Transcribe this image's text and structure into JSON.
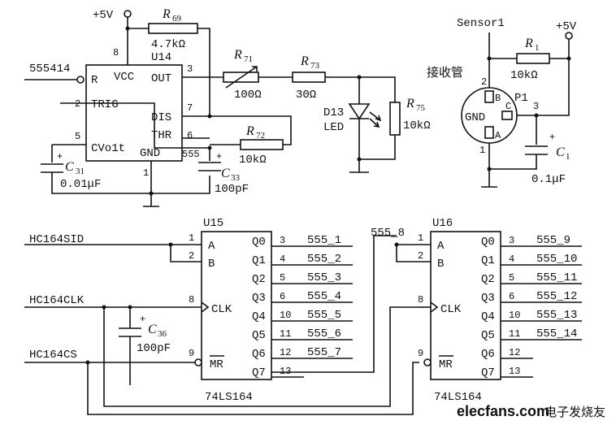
{
  "power": {
    "vcc_top": "+5V",
    "sensor_supply": "+5V"
  },
  "timer": {
    "ref": "U14",
    "pins": {
      "r": "R",
      "vcc": "VCC",
      "out": "OUT",
      "trig": "TRIG",
      "dis": "DIS",
      "thr": "THR",
      "cvolt": "CVo1t",
      "gnd": "GND"
    },
    "pin_numbers": {
      "vcc": "8",
      "out": "3",
      "trig": "2",
      "dis": "7",
      "thr": "6",
      "cvolt": "5",
      "gnd": "1"
    },
    "output_net": "555",
    "reset_net": "555414"
  },
  "resistors": {
    "r69": {
      "ref": "R",
      "sub": "69",
      "value": "4.7kΩ"
    },
    "r71": {
      "ref": "R",
      "sub": "71",
      "value": "100Ω"
    },
    "r73": {
      "ref": "R",
      "sub": "73",
      "value": "30Ω"
    },
    "r72": {
      "ref": "R",
      "sub": "72",
      "value": "10kΩ"
    },
    "r75": {
      "ref": "R",
      "sub": "75",
      "value": "10kΩ"
    },
    "r1": {
      "ref": "R",
      "sub": "1",
      "value": "10kΩ"
    }
  },
  "capacitors": {
    "c31": {
      "ref": "C",
      "sub": "31",
      "value": "0.01μF",
      "polarity": "+"
    },
    "c33": {
      "ref": "C",
      "sub": "33",
      "value": "100pF",
      "polarity": "+"
    },
    "c36": {
      "ref": "C",
      "sub": "36",
      "value": "100pF",
      "polarity": "+"
    },
    "c1": {
      "ref": "C",
      "sub": "1",
      "value": "0.1μF",
      "polarity": "+"
    }
  },
  "led": {
    "ref": "D13",
    "type": "LED"
  },
  "sensor": {
    "net": "Sensor1",
    "label_cn": "接收管",
    "ref": "P1",
    "pins": {
      "b": "B",
      "c": "C",
      "a": "A",
      "gnd": "GND"
    },
    "pin_numbers": {
      "top": "2",
      "right": "3",
      "bottom": "1"
    }
  },
  "u15": {
    "ref": "U15",
    "part": "74LS164",
    "inputs": {
      "sid": "HC164SID",
      "clk": "HC164CLK",
      "cs": "HC164CS"
    },
    "in_pins": {
      "a": "A",
      "b": "B",
      "clk": "CLK",
      "mr": "MR"
    },
    "in_nums": {
      "a": "1",
      "b": "2",
      "clk": "8",
      "mr": "9"
    },
    "outputs": [
      {
        "pin": "Q0",
        "num": "3",
        "net": "555_1"
      },
      {
        "pin": "Q1",
        "num": "4",
        "net": "555_2"
      },
      {
        "pin": "Q2",
        "num": "5",
        "net": "555_3"
      },
      {
        "pin": "Q3",
        "num": "6",
        "net": "555_4"
      },
      {
        "pin": "Q4",
        "num": "10",
        "net": "555_5"
      },
      {
        "pin": "Q5",
        "num": "11",
        "net": "555_6"
      },
      {
        "pin": "Q6",
        "num": "12",
        "net": "555_7"
      },
      {
        "pin": "Q7",
        "num": "13",
        "net": ""
      }
    ]
  },
  "u16": {
    "ref": "U16",
    "part": "74LS164",
    "input_net": "555_8",
    "in_pins": {
      "a": "A",
      "b": "B",
      "clk": "CLK",
      "mr": "MR"
    },
    "in_nums": {
      "a": "1",
      "b": "2",
      "clk": "8",
      "mr": "9"
    },
    "outputs": [
      {
        "pin": "Q0",
        "num": "3",
        "net": "555_9"
      },
      {
        "pin": "Q1",
        "num": "4",
        "net": "555_10"
      },
      {
        "pin": "Q2",
        "num": "5",
        "net": "555_11"
      },
      {
        "pin": "Q3",
        "num": "6",
        "net": "555_12"
      },
      {
        "pin": "Q4",
        "num": "10",
        "net": "555_13"
      },
      {
        "pin": "Q5",
        "num": "11",
        "net": "555_14"
      },
      {
        "pin": "Q6",
        "num": "12",
        "net": ""
      },
      {
        "pin": "Q7",
        "num": "13",
        "net": ""
      }
    ]
  },
  "watermark": {
    "site": "elecfans.com",
    "cn": "电子发烧友"
  }
}
